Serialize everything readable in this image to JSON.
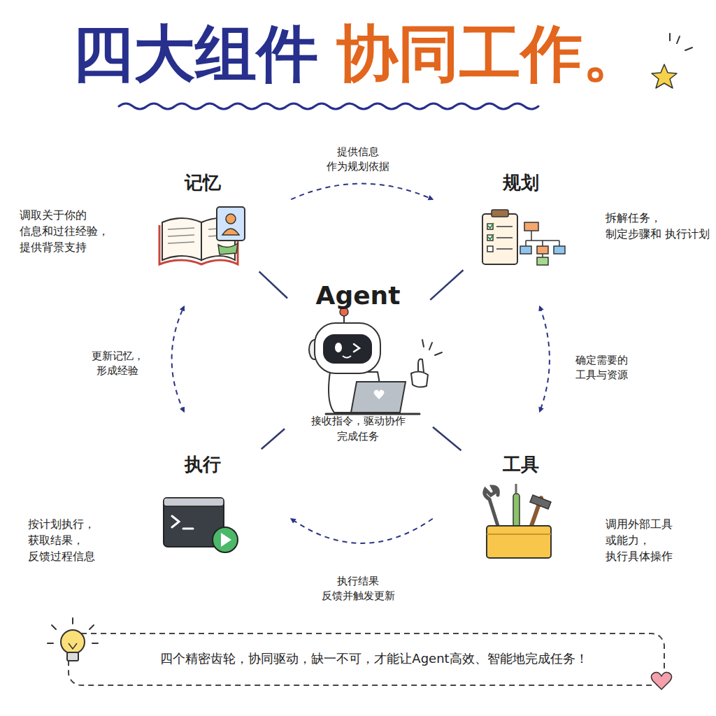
{
  "diagram": {
    "title": "四大组件",
    "caption": "四个精密齿轮，协同驱动，缺一不可，才能让Agent高效、智能地完成任务！",
    "nodes": [
      {
        "text": [
          "记忆",
          "调取关于你的 信息和过往经验， 提供背景支持"
        ]
      },
      {
        "text": [
          "规划",
          "拆解任务， 制定步骤和 执行计划"
        ]
      },
      {
        "text": [
          "Agent",
          "接收指令，驱动协作 完成任务"
        ]
      },
      {
        "text": [
          "执行",
          "按计划执行， 获取结果， 反馈过程信息"
        ]
      },
      {
        "text": [
          "工具",
          "调用外部工具 或能力， 执行具体操作"
        ]
      }
    ],
    "edges": [
      {
        "from": 0,
        "to": 1,
        "arrow": "to",
        "label": "提供信息 作为规划依据"
      },
      {
        "from": 1,
        "to": 4,
        "arrow": "both",
        "label": "确定需要的 工具与资源"
      },
      {
        "from": 4,
        "to": 3,
        "arrow": "to",
        "label": "执行结果 反馈并触发更新"
      },
      {
        "from": 3,
        "to": 0,
        "arrow": "both",
        "label": "更新记忆， 形成经验"
      },
      {
        "from": 2,
        "to": 0,
        "arrow": "none"
      },
      {
        "from": 2,
        "to": 1,
        "arrow": "none"
      },
      {
        "from": 2,
        "to": 3,
        "arrow": "none"
      },
      {
        "from": 2,
        "to": 4,
        "arrow": "none"
      }
    ],
    "labels": [
      "协同工作。"
    ]
  }
}
